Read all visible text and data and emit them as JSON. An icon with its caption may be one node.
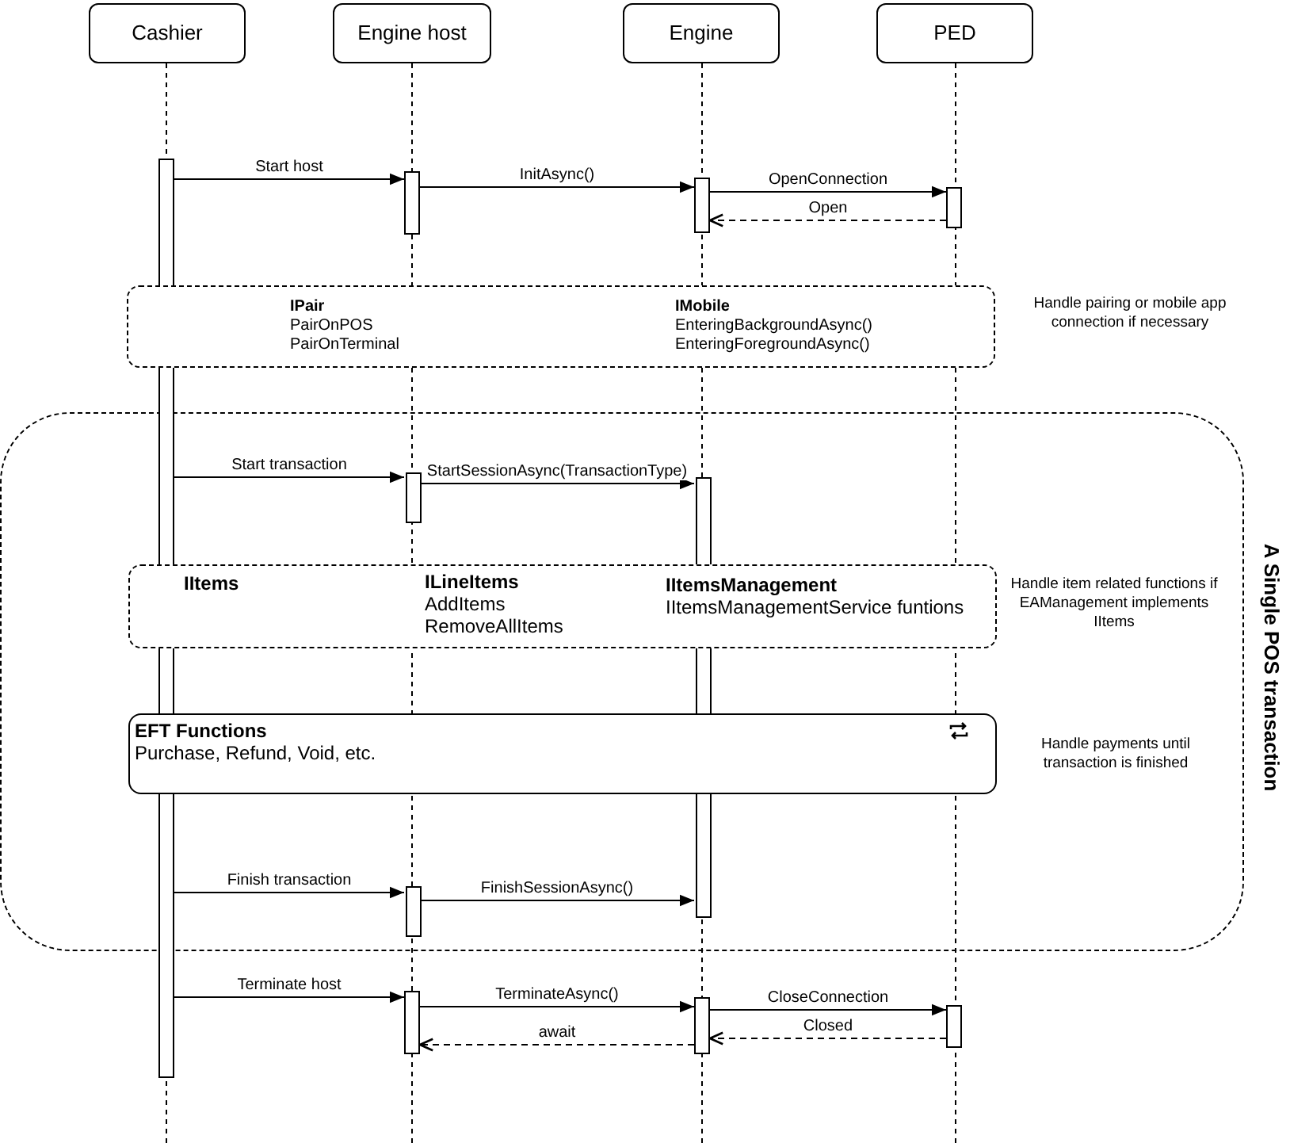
{
  "diagram": {
    "nodes": [
      {
        "text": [
          "Cashier"
        ]
      },
      {
        "text": [
          "Engine host"
        ]
      },
      {
        "text": [
          "Engine"
        ]
      },
      {
        "text": [
          "PED"
        ]
      },
      {
        "text": [],
        "shape": "bar"
      },
      {
        "text": [],
        "shape": "bar"
      },
      {
        "text": [],
        "shape": "bar"
      },
      {
        "text": [],
        "shape": "bar"
      },
      {
        "text": [
          "IPair",
          "PairOnPOS",
          "PairOnTerminal",
          "IMobile",
          "EnteringBackgroundAsync()",
          "EnteringForegroundAsync()"
        ],
        "beside": [
          "Handle pairing or mobile app connection if necessary"
        ]
      },
      {
        "text": [
          "A Single POS transaction"
        ]
      },
      {
        "text": [],
        "shape": "bar",
        "in": 9
      },
      {
        "text": [],
        "shape": "bar",
        "in": 9
      },
      {
        "text": [
          "IItems",
          "ILineItems",
          "AddItems",
          "RemoveAllItems",
          "IItemsManagement",
          "IItemsManagementService funtions"
        ],
        "beside": [
          "Handle item related functions if EAManagement implements IItems"
        ],
        "in": 9
      },
      {
        "text": [
          "EFT Functions",
          "Purchase, Refund, Void, etc."
        ],
        "beside": [
          "Handle payments until transaction is finished"
        ],
        "in": 9
      },
      {
        "text": [],
        "shape": "bar",
        "in": 9
      },
      {
        "text": [],
        "shape": "bar"
      },
      {
        "text": [],
        "shape": "bar"
      },
      {
        "text": [],
        "shape": "bar"
      }
    ],
    "edges": [
      {
        "from": 4,
        "to": 5,
        "arrow": "to",
        "label": "Start host"
      },
      {
        "from": 5,
        "to": 6,
        "arrow": "to",
        "label": "InitAsync()"
      },
      {
        "from": 6,
        "to": 7,
        "arrow": "to",
        "label": "OpenConnection"
      },
      {
        "from": 7,
        "to": 6,
        "arrow": "to",
        "label": "Open",
        "style": "dashed"
      },
      {
        "from": 4,
        "to": 10,
        "arrow": "to",
        "label": "Start transaction"
      },
      {
        "from": 10,
        "to": 11,
        "arrow": "to",
        "label": "StartSessionAsync(TransactionType)"
      },
      {
        "from": 4,
        "to": 14,
        "arrow": "to",
        "label": "Finish transaction"
      },
      {
        "from": 14,
        "to": 11,
        "arrow": "to",
        "label": "FinishSessionAsync()"
      },
      {
        "from": 4,
        "to": 15,
        "arrow": "to",
        "label": "Terminate host"
      },
      {
        "from": 15,
        "to": 16,
        "arrow": "to",
        "label": "TerminateAsync()"
      },
      {
        "from": 16,
        "to": 17,
        "arrow": "to",
        "label": "CloseConnection"
      },
      {
        "from": 17,
        "to": 16,
        "arrow": "to",
        "label": "Closed",
        "style": "dashed"
      },
      {
        "from": 16,
        "to": 15,
        "arrow": "to",
        "label": "await",
        "style": "dashed"
      }
    ]
  }
}
